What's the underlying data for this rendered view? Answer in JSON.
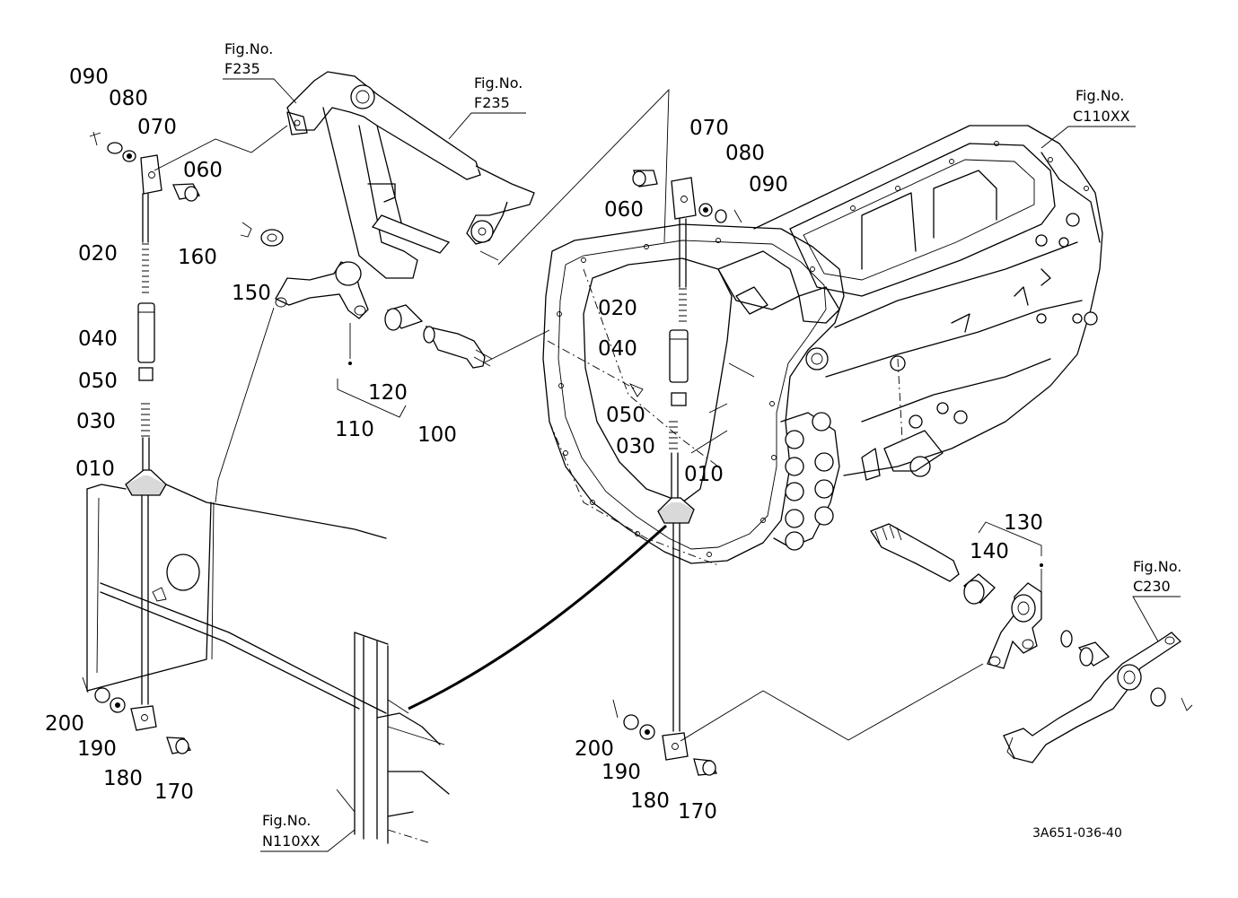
{
  "drawing_code": "3A651-036-40",
  "references": {
    "f235_a": {
      "line1": "Fig.No.",
      "line2": "F235"
    },
    "f235_b": {
      "line1": "Fig.No.",
      "line2": "F235"
    },
    "c110xx": {
      "line1": "Fig.No.",
      "line2": "C110XX"
    },
    "c230": {
      "line1": "Fig.No.",
      "line2": "C230"
    },
    "n110xx": {
      "line1": "Fig.No.",
      "line2": "N110XX"
    }
  },
  "left_rod": {
    "p090": "090",
    "p080": "080",
    "p070": "070",
    "p060": "060",
    "p020": "020",
    "p040": "040",
    "p050": "050",
    "p030": "030",
    "p010": "010",
    "p200": "200",
    "p190": "190",
    "p180": "180",
    "p170": "170"
  },
  "left_arm": {
    "p160": "160",
    "p150": "150",
    "p120": "120",
    "p110": "110",
    "p100": "100"
  },
  "right_rod": {
    "p070": "070",
    "p080": "080",
    "p090": "090",
    "p060": "060",
    "p020": "020",
    "p040": "040",
    "p050": "050",
    "p030": "030",
    "p010": "010",
    "p200": "200",
    "p190": "190",
    "p180": "180",
    "p170": "170"
  },
  "right_arm": {
    "p130": "130",
    "p140": "140"
  }
}
